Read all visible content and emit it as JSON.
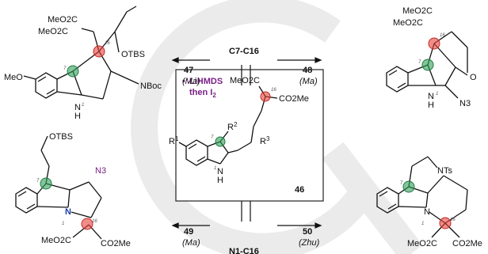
{
  "routes": {
    "c7c16": {
      "label": "C7-C16",
      "left_num": "47",
      "left_author": "Ma",
      "right_num": "48",
      "right_author": "Ma"
    },
    "n1c16": {
      "label": "N1-C16",
      "left_num": "49",
      "left_author": "Ma",
      "right_num": "50",
      "right_author": "Zhu"
    }
  },
  "center": {
    "bullet": "•",
    "reagent_line1": "LiHMDS",
    "reagent_line2": "then I",
    "reagent_sub": "2",
    "compound": "46",
    "co2me_top": "MeO2C",
    "co2me_right": "CO2Me",
    "r1": "R",
    "r1_sup": "1",
    "r2": "R",
    "r2_sup": "2",
    "r3": "R",
    "r3_sup": "3",
    "nh": "N",
    "h": "H",
    "loc16": "16",
    "loc7": "7",
    "loc1": "1"
  },
  "tl": {
    "meo2c_a": "MeO2C",
    "meo2c_b": "MeO2C",
    "otbs": "OTBS",
    "meo": "MeO",
    "nboc": "NBoc",
    "nh": "N",
    "h": "H",
    "loc16": "16",
    "loc7": "7",
    "loc1": "1"
  },
  "tr": {
    "meo2c_a": "MeO2C",
    "meo2c_b": "MeO2C",
    "o": "O",
    "n3": "N3",
    "nh": "N",
    "h": "H",
    "loc16": "16",
    "loc7": "7",
    "loc1": "1"
  },
  "bl": {
    "otbs": "OTBS",
    "n3": "N3",
    "n": "N",
    "meo2c": "MeO2C",
    "co2me": "CO2Me",
    "loc16": "16",
    "loc7": "7",
    "loc1": "1"
  },
  "br": {
    "nts": "NTs",
    "n": "N",
    "meo2c": "MeO2C",
    "co2me": "CO2Me",
    "loc16": "16",
    "loc7": "7",
    "loc1": "1"
  },
  "colors": {
    "red_marker": "#e8413a",
    "green_marker": "#2e9e57",
    "purple": "#7a1f86",
    "watermark": "#d9d9d9"
  }
}
